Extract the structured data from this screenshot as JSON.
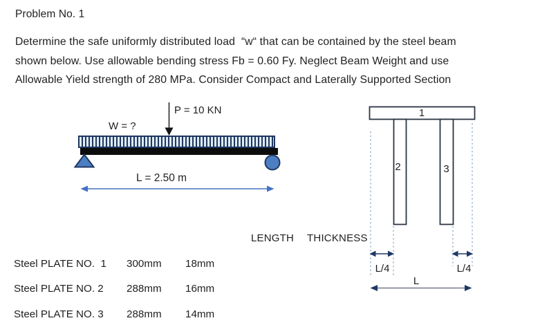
{
  "page": {
    "title": "Problem No. 1"
  },
  "problem": {
    "lines": [
      "Determine the safe uniformly distributed load  “w“ that can be contained by the steel beam",
      "shown below. Use allowable bending stress Fb = 0.60 Fy. Neglect Beam Weight and use",
      "Allowable Yield strength of 280 MPa. Consider Compact and Laterally Supported Section"
    ]
  },
  "beam_diagram": {
    "distributed_load_label": "W = ?",
    "point_load_label": "P = 10 KN",
    "span_label": "L = 2.50 m"
  },
  "section_diagram": {
    "plate1_label": "1",
    "plate2_label": "2",
    "plate3_label": "3",
    "left_offset_label": "L/4",
    "right_offset_label": "L/4",
    "span_label": "L"
  },
  "plate_table": {
    "headers": {
      "length": "LENGTH",
      "thickness": "THICKNESS"
    },
    "rows": [
      {
        "name": "Steel PLATE NO.  1",
        "length": "300mm",
        "thickness": "18mm"
      },
      {
        "name": "Steel PLATE NO. 2",
        "length": "288mm",
        "thickness": "16mm"
      },
      {
        "name": "Steel PLATE NO. 3",
        "length": "288mm",
        "thickness": "14mm"
      }
    ]
  },
  "colors": {
    "support_fill": "#4d7ec1",
    "support_stroke": "#1f3864",
    "dimension_blue": "#4472c4",
    "navy_arrow": "#1f3864",
    "hatch_light": "#dcebf7",
    "hatch_dark": "#21365c",
    "beam_black": "#0c0c0c",
    "section_stroke": "#2a3442",
    "dashed_guide": "#8fa8c0",
    "text": "#1f1f1f"
  }
}
